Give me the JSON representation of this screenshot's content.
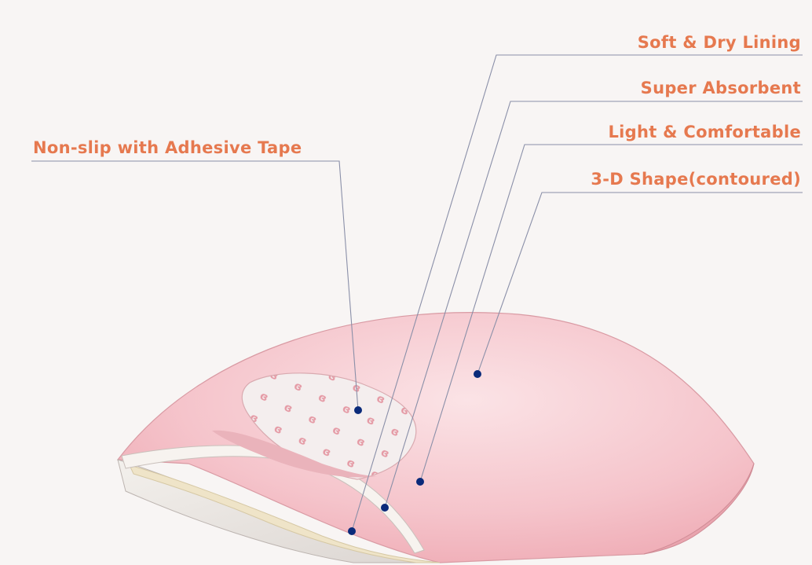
{
  "diagram": {
    "labels": [
      {
        "id": "soft-dry-lining",
        "text": "Soft & Dry Lining"
      },
      {
        "id": "super-absorbent",
        "text": "Super Absorbent"
      },
      {
        "id": "light-comfortable",
        "text": "Light & Comfortable"
      },
      {
        "id": "3d-shape",
        "text": "3-D Shape(contoured)"
      },
      {
        "id": "non-slip-adhesive",
        "text": "Non-slip with Adhesive Tape"
      }
    ]
  },
  "colors": {
    "label_text": "#e6794f",
    "leader_line": "#8a8fa8",
    "marker_dot": "#0a2a7a",
    "pad_pink": "#f4c6cc",
    "background": "#f8f5f4"
  }
}
